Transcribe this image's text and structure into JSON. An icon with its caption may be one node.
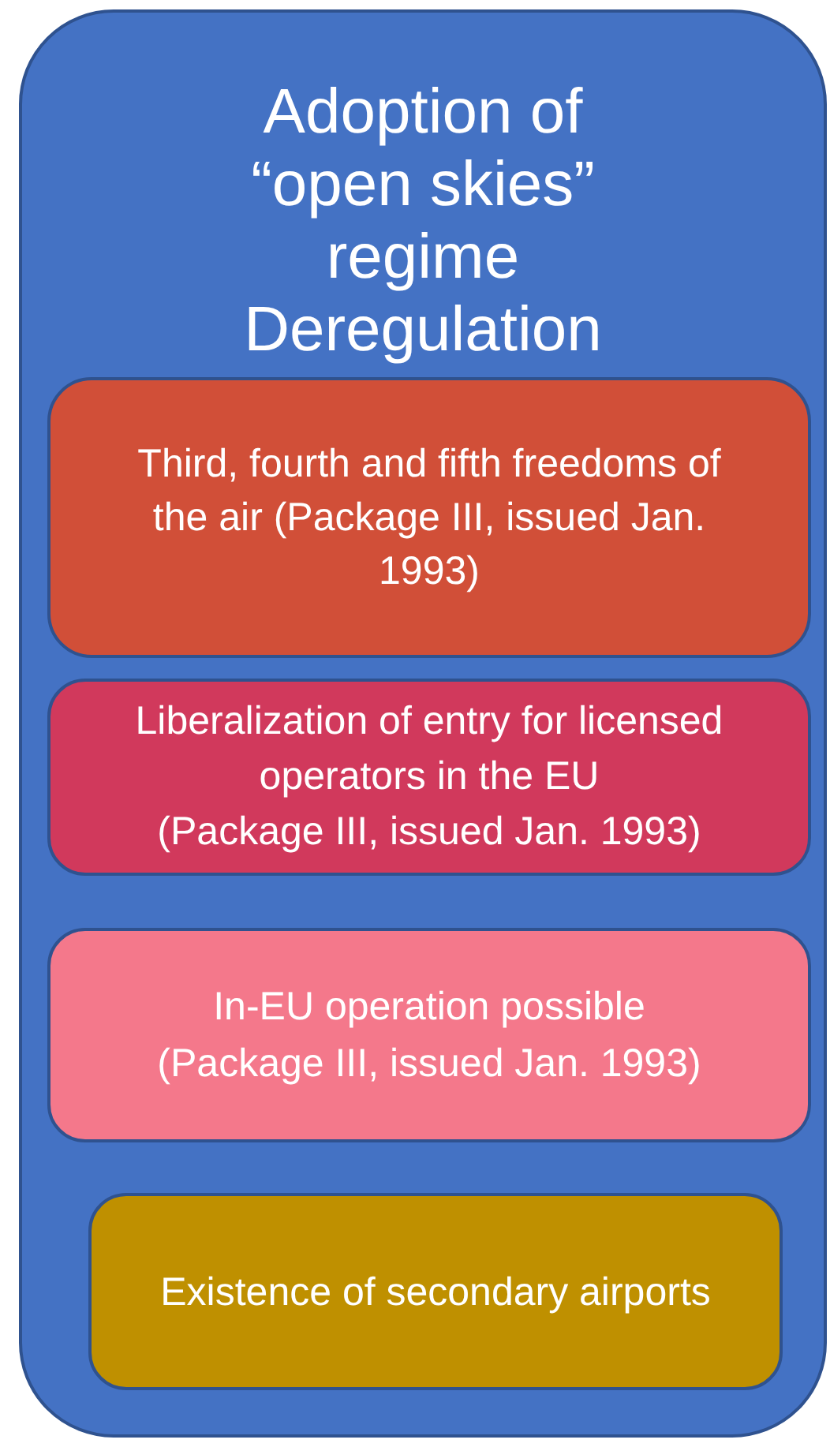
{
  "diagram": {
    "nodes": [
      {
        "text": [
          "Adoption of “open skies” regime Deregulation"
        ]
      },
      {
        "text": [
          "Third, fourth and fifth freedoms of the air (Package III, issued Jan. 1993)"
        ],
        "in": 0
      },
      {
        "text": [
          "Liberalization of entry for licensed operators in the EU",
          "(Package III, issued Jan. 1993)"
        ],
        "in": 0
      },
      {
        "text": [
          "In-EU operation possible",
          "(Package III, issued Jan. 1993)"
        ],
        "in": 0
      },
      {
        "text": [
          "Existence of secondary airports"
        ],
        "in": 0
      }
    ]
  }
}
